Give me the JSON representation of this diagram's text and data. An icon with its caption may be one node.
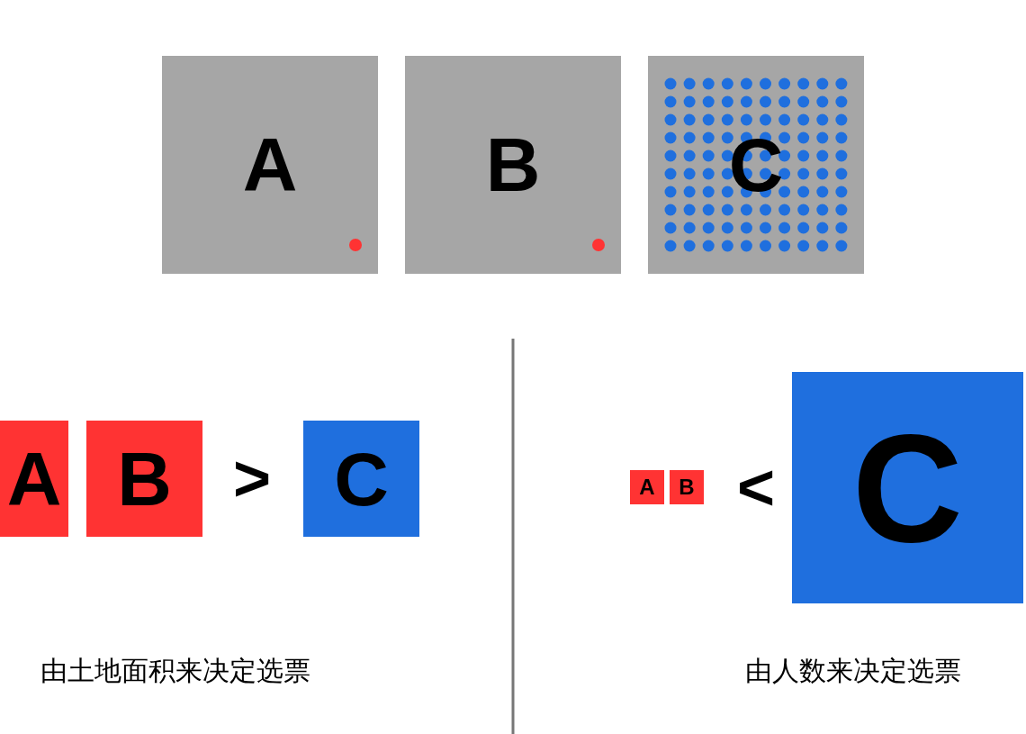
{
  "diagram": {
    "nodes": [
      {
        "text": [
          "A"
        ]
      },
      {
        "text": [
          "B"
        ]
      },
      {
        "text": [
          "C"
        ]
      },
      {
        "text": [
          "A"
        ]
      },
      {
        "text": [
          "B"
        ]
      },
      {
        "text": [
          "C"
        ]
      },
      {
        "text": [
          "A"
        ]
      },
      {
        "text": [
          "B"
        ]
      },
      {
        "text": [
          "C"
        ]
      }
    ],
    "labels": [
      ">",
      "<",
      "由土地面积来决定选票",
      "由人数来决定选票"
    ]
  }
}
